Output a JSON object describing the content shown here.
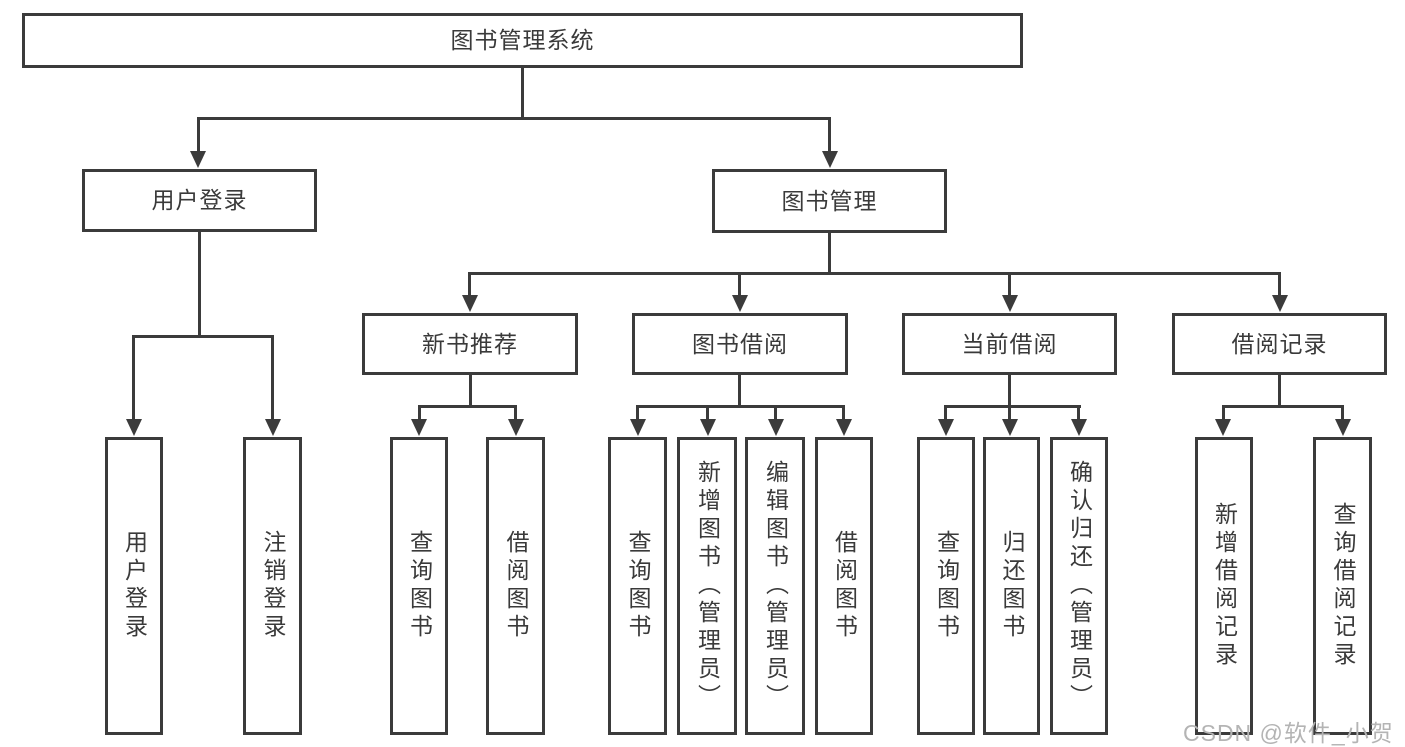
{
  "diagram": {
    "root": {
      "label": "图书管理系统"
    },
    "branches": [
      {
        "label": "用户登录",
        "children": [
          {
            "label": "用户登录"
          },
          {
            "label": "注销登录"
          }
        ]
      },
      {
        "label": "图书管理",
        "children": [
          {
            "label": "新书推荐",
            "children": [
              {
                "label": "查询图书"
              },
              {
                "label": "借阅图书"
              }
            ]
          },
          {
            "label": "图书借阅",
            "children": [
              {
                "label": "查询图书"
              },
              {
                "label": "新增图书（管理员）"
              },
              {
                "label": "编辑图书（管理员）"
              },
              {
                "label": "借阅图书"
              }
            ]
          },
          {
            "label": "当前借阅",
            "children": [
              {
                "label": "查询图书"
              },
              {
                "label": "归还图书"
              },
              {
                "label": "确认归还（管理员）"
              }
            ]
          },
          {
            "label": "借阅记录",
            "children": [
              {
                "label": "新增借阅记录"
              },
              {
                "label": "查询借阅记录"
              }
            ]
          }
        ]
      }
    ]
  },
  "watermark": {
    "text": "CSDN @软件_小贺同学"
  },
  "colors": {
    "line": "#3b3b3b",
    "text": "#3a3a3a",
    "watermark": "#b4b4b4",
    "background": "#ffffff"
  }
}
